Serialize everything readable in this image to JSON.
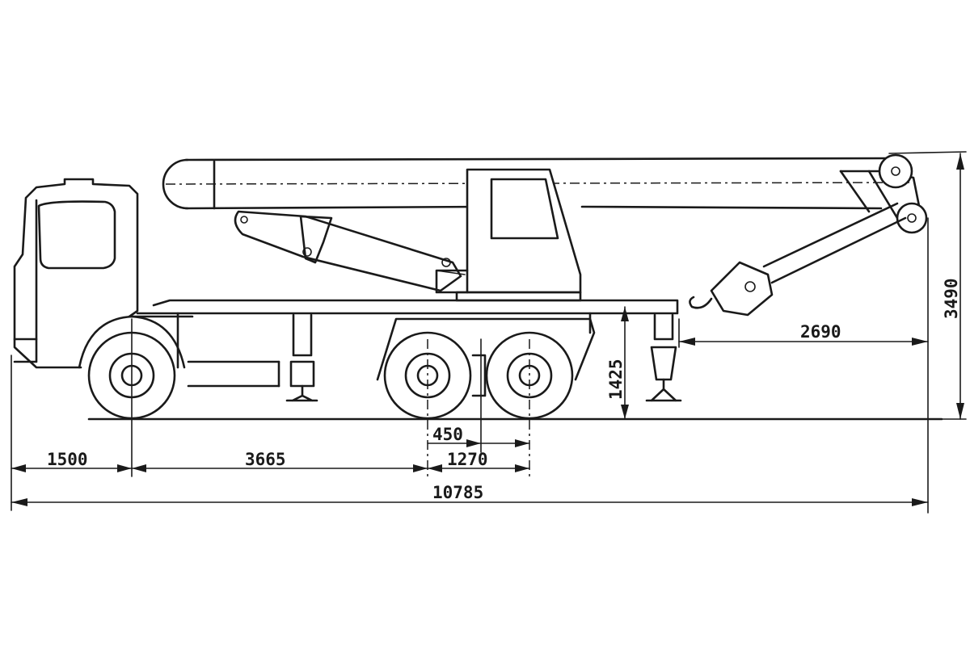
{
  "dimensions": {
    "front_overhang": "1500",
    "wheelbase_front": "3665",
    "axle_offset": "450",
    "rear_axle_spacing": "1270",
    "overall_length": "10785",
    "rear_overhang": "2690",
    "overall_height": "3490",
    "frame_height": "1425"
  }
}
